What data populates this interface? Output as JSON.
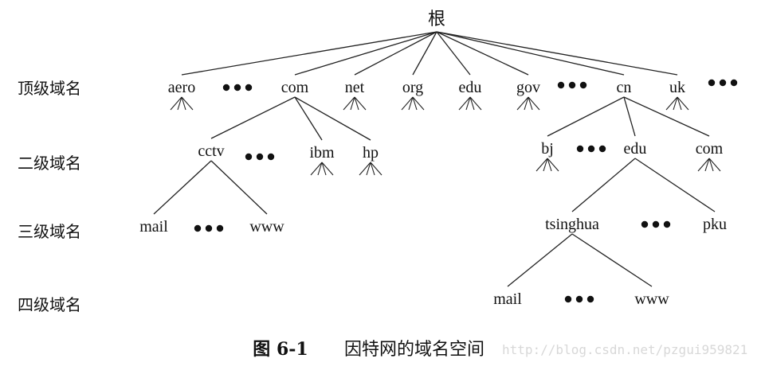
{
  "levels": [
    {
      "id": "top",
      "label": "顶级域名"
    },
    {
      "id": "second",
      "label": "二级域名"
    },
    {
      "id": "third",
      "label": "三级域名"
    },
    {
      "id": "fourth",
      "label": "四级域名"
    }
  ],
  "nodes": [
    {
      "id": "root",
      "label": "根",
      "level": "root"
    },
    {
      "id": "aero",
      "label": "aero",
      "level": "top"
    },
    {
      "id": "com",
      "label": "com",
      "level": "top"
    },
    {
      "id": "net",
      "label": "net",
      "level": "top"
    },
    {
      "id": "org",
      "label": "org",
      "level": "top"
    },
    {
      "id": "edu",
      "label": "edu",
      "level": "top"
    },
    {
      "id": "gov",
      "label": "gov",
      "level": "top"
    },
    {
      "id": "cn",
      "label": "cn",
      "level": "top"
    },
    {
      "id": "uk",
      "label": "uk",
      "level": "top"
    },
    {
      "id": "cctv",
      "label": "cctv",
      "level": "second"
    },
    {
      "id": "ibm",
      "label": "ibm",
      "level": "second"
    },
    {
      "id": "hp",
      "label": "hp",
      "level": "second"
    },
    {
      "id": "bj",
      "label": "bj",
      "level": "second"
    },
    {
      "id": "cn-edu",
      "label": "edu",
      "level": "second"
    },
    {
      "id": "cn-com",
      "label": "com",
      "level": "second"
    },
    {
      "id": "cctv-mail",
      "label": "mail",
      "level": "third"
    },
    {
      "id": "cctv-www",
      "label": "www",
      "level": "third"
    },
    {
      "id": "tsinghua",
      "label": "tsinghua",
      "level": "third"
    },
    {
      "id": "pku",
      "label": "pku",
      "level": "third"
    },
    {
      "id": "th-mail",
      "label": "mail",
      "level": "fourth"
    },
    {
      "id": "th-www",
      "label": "www",
      "level": "fourth"
    }
  ],
  "edges": [
    [
      "root",
      "aero"
    ],
    [
      "root",
      "com"
    ],
    [
      "root",
      "net"
    ],
    [
      "root",
      "org"
    ],
    [
      "root",
      "edu"
    ],
    [
      "root",
      "gov"
    ],
    [
      "root",
      "cn"
    ],
    [
      "root",
      "uk"
    ],
    [
      "com",
      "cctv"
    ],
    [
      "com",
      "ibm"
    ],
    [
      "com",
      "hp"
    ],
    [
      "cn",
      "bj"
    ],
    [
      "cn",
      "cn-edu"
    ],
    [
      "cn",
      "cn-com"
    ],
    [
      "cctv",
      "cctv-mail"
    ],
    [
      "cctv",
      "cctv-www"
    ],
    [
      "cn-edu",
      "tsinghua"
    ],
    [
      "cn-edu",
      "pku"
    ],
    [
      "tsinghua",
      "th-mail"
    ],
    [
      "tsinghua",
      "th-www"
    ]
  ],
  "subtree_markers": [
    "aero",
    "net",
    "org",
    "edu",
    "gov",
    "uk",
    "ibm",
    "hp",
    "bj",
    "cn-com"
  ],
  "ellipses": [
    "e1",
    "e2",
    "e3",
    "e4",
    "e5",
    "e6",
    "e7",
    "e8",
    "e9"
  ],
  "caption": {
    "figure": "图 6-1",
    "title": "因特网的域名空间"
  },
  "watermark": "http://blog.csdn.net/pzgui959821"
}
